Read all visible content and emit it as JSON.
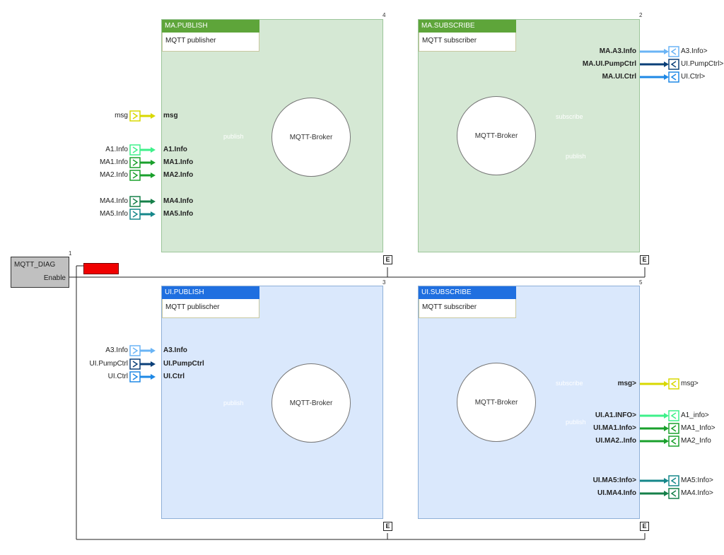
{
  "diag": {
    "title": "MQTT_DIAG",
    "enable": "Enable",
    "num": "1"
  },
  "ma_publish": {
    "title": "MA.PUBLISH",
    "subtitle": "MQTT publisher",
    "num": "4",
    "broker": "MQTT-Broker",
    "publish": "publish",
    "e": "E",
    "inputs": [
      {
        "ext": "msg",
        "int": "msg",
        "color": "#d8d800"
      },
      {
        "ext": "A1.Info",
        "int": "A1.Info",
        "color": "#3ef08a"
      },
      {
        "ext": "MA1.Info",
        "int": "MA1.Info",
        "color": "#1aa02c"
      },
      {
        "ext": "MA2.Info",
        "int": "MA2.Info",
        "color": "#1aa02c"
      },
      {
        "ext": "MA4.Info",
        "int": "MA4.Info",
        "color": "#16804a"
      },
      {
        "ext": "MA5.Info",
        "int": "MA5.Info",
        "color": "#15878a"
      }
    ]
  },
  "ma_subscribe": {
    "title": "MA.SUBSCRIBE",
    "subtitle": "MQTT subscriber",
    "num": "2",
    "broker": "MQTT-Broker",
    "subscribe": "subscribe",
    "publish": "publish",
    "e": "E",
    "outputs": [
      {
        "int": "MA.A3.Info",
        "ext": "A3.Info>",
        "color": "#6ab4f5"
      },
      {
        "int": "MA.UI.PumpCtrl",
        "ext": "UI.PumpCtrl>",
        "color": "#0a3f78"
      },
      {
        "int": "MA.UI.Ctrl",
        "ext": "UI.Ctrl>",
        "color": "#1e88e5"
      }
    ]
  },
  "ui_publish": {
    "title": "UI.PUBLISH",
    "subtitle": "MQTT publischer",
    "num": "3",
    "broker": "MQTT-Broker",
    "publish": "publish",
    "e": "E",
    "inputs": [
      {
        "ext": "A3.Info",
        "int": "A3.Info",
        "color": "#6ab4f5"
      },
      {
        "ext": "UI.PumpCtrl",
        "int": "UI.PumpCtrl",
        "color": "#0a3f78"
      },
      {
        "ext": "UI.Ctrl",
        "int": "UI.Ctrl",
        "color": "#1e88e5"
      }
    ]
  },
  "ui_subscribe": {
    "title": "UI.SUBSCRIBE",
    "subtitle": "MQTT subscriber",
    "num": "5",
    "broker": "MQTT-Broker",
    "subscribe": "subscribe",
    "publish": "publish",
    "e": "E",
    "outputs": [
      {
        "int": "msg>",
        "ext": "msg>",
        "color": "#d8d800"
      },
      {
        "int": "UI.A1.INFO>",
        "ext": "A1_info>",
        "color": "#3ef08a"
      },
      {
        "int": "UI.MA1.Info>",
        "ext": "MA1_Info>",
        "color": "#1aa02c"
      },
      {
        "int": "UI.MA2..Info",
        "ext": "MA2_Info",
        "color": "#1aa02c"
      },
      {
        "int": "UI.MA5:Info>",
        "ext": "MA5:Info>",
        "color": "#15878a"
      },
      {
        "int": "UI.MA4.Info",
        "ext": "MA4.Info>",
        "color": "#16804a"
      }
    ]
  },
  "colors": {
    "publish_green": "#5ea53a",
    "publish_blue": "#1e9be0",
    "subscribe": "#f0a010",
    "enable_red": "#f00000"
  }
}
